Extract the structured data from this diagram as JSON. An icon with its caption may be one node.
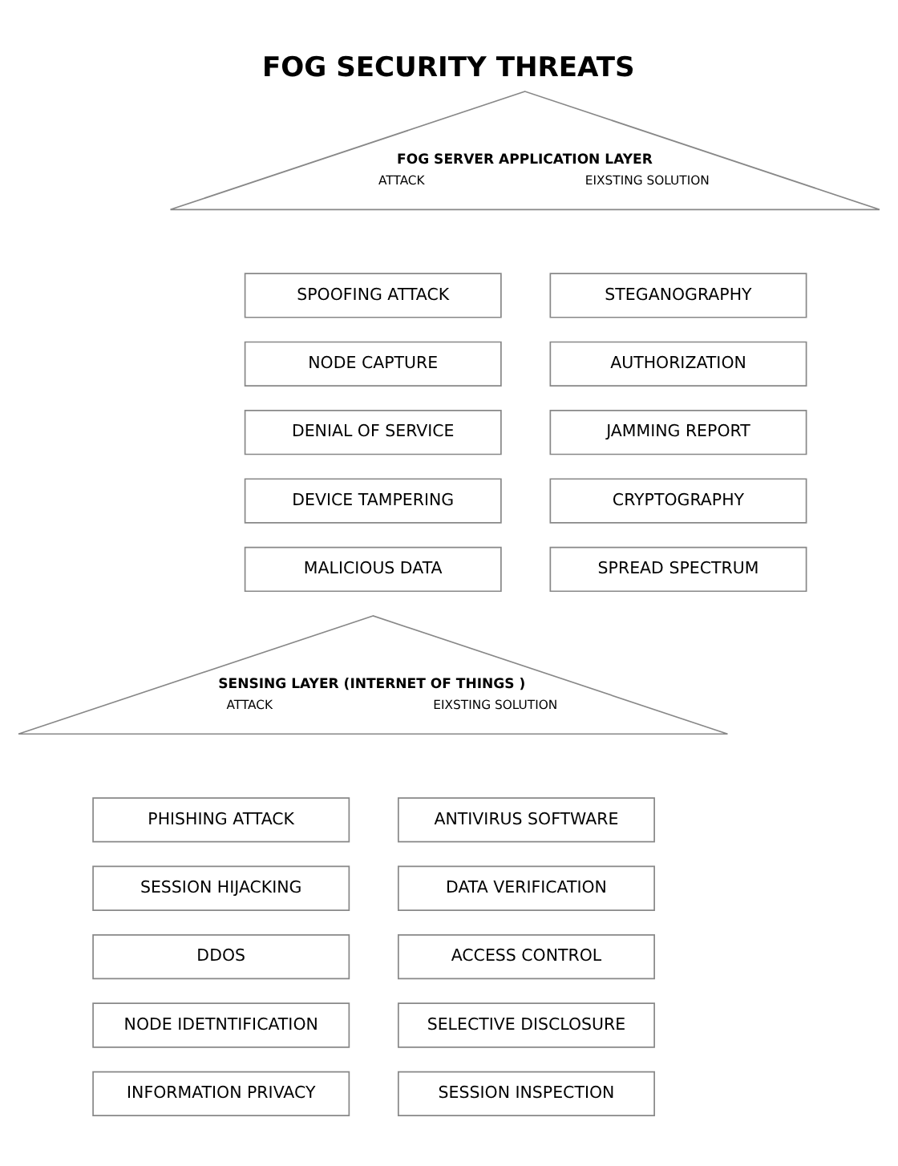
{
  "diagram": {
    "title": "FOG SECURITY THREATS",
    "nodes": [
      {
        "text": [
          "FOG SERVER APPLICATION LAYER",
          "ATTACK",
          "EIXSTING SOLUTION"
        ]
      },
      {
        "text": [
          "SPOOFING ATTACK"
        ]
      },
      {
        "text": [
          "STEGANOGRAPHY"
        ]
      },
      {
        "text": [
          "NODE CAPTURE"
        ]
      },
      {
        "text": [
          "AUTHORIZATION"
        ]
      },
      {
        "text": [
          "DENIAL OF SERVICE"
        ]
      },
      {
        "text": [
          "JAMMING REPORT"
        ]
      },
      {
        "text": [
          "DEVICE TAMPERING"
        ]
      },
      {
        "text": [
          "CRYPTOGRAPHY"
        ]
      },
      {
        "text": [
          "MALICIOUS DATA"
        ]
      },
      {
        "text": [
          "SPREAD SPECTRUM"
        ]
      },
      {
        "text": [
          "SENSING LAYER (INTERNET OF THINGS )",
          "ATTACK",
          "EIXSTING SOLUTION"
        ]
      },
      {
        "text": [
          "PHISHING ATTACK"
        ]
      },
      {
        "text": [
          "ANTIVIRUS SOFTWARE"
        ]
      },
      {
        "text": [
          "SESSION HIJACKING"
        ]
      },
      {
        "text": [
          "DATA VERIFICATION"
        ]
      },
      {
        "text": [
          "DDOS"
        ]
      },
      {
        "text": [
          "ACCESS CONTROL"
        ]
      },
      {
        "text": [
          "NODE IDETNTIFICATION"
        ]
      },
      {
        "text": [
          "SELECTIVE DISCLOSURE"
        ]
      },
      {
        "text": [
          "INFORMATION PRIVACY"
        ]
      },
      {
        "text": [
          "SESSION INSPECTION"
        ]
      }
    ]
  }
}
